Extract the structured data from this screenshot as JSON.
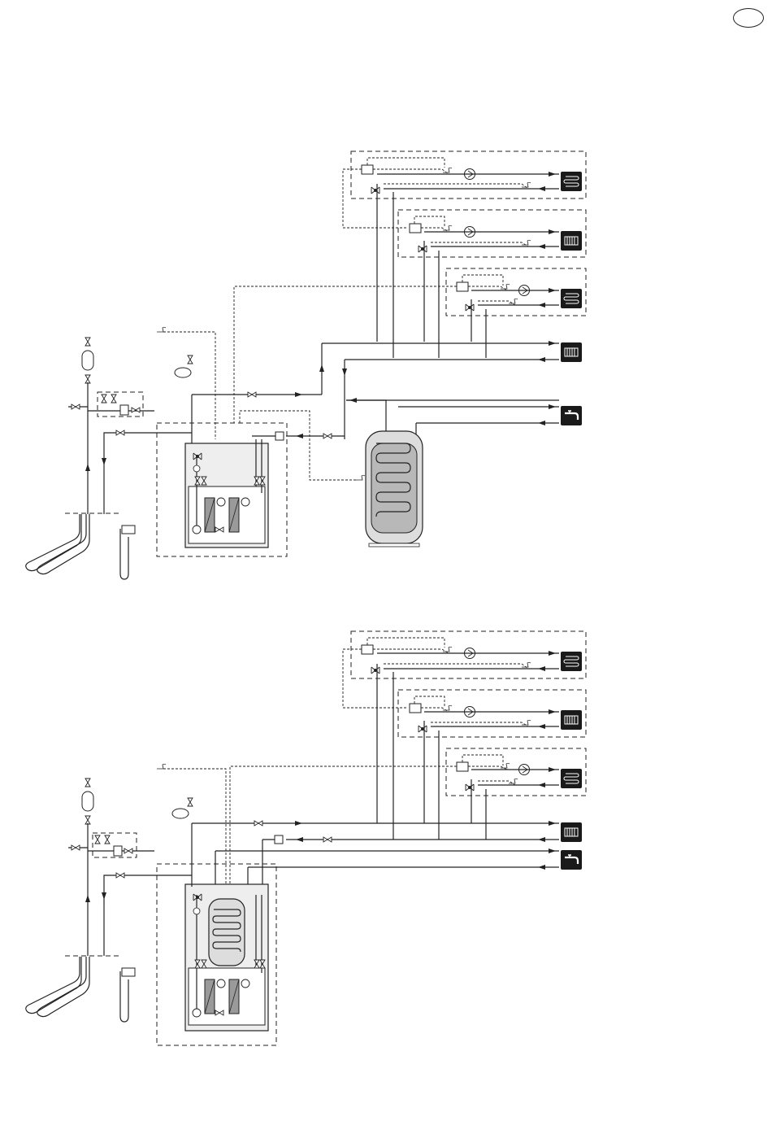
{
  "page": {
    "language_badge": ""
  },
  "diagrams": [
    {
      "id": "upper",
      "emitters": [
        "floor-heating-icon",
        "radiator-icon",
        "floor-heating-icon",
        "radiator-icon"
      ],
      "hot_water_outlet": "tap-icon",
      "water_heater": "external-coil-tank"
    },
    {
      "id": "lower",
      "emitters": [
        "floor-heating-icon",
        "radiator-icon",
        "floor-heating-icon",
        "radiator-icon"
      ],
      "hot_water_outlet": "tap-icon",
      "water_heater": "integrated-coil-tank"
    }
  ],
  "colors": {
    "line": "#222222",
    "icon_background": "#1a1a1a",
    "unit_fill": "#eeeeee",
    "heat_exchanger": "#9a9a9a"
  }
}
